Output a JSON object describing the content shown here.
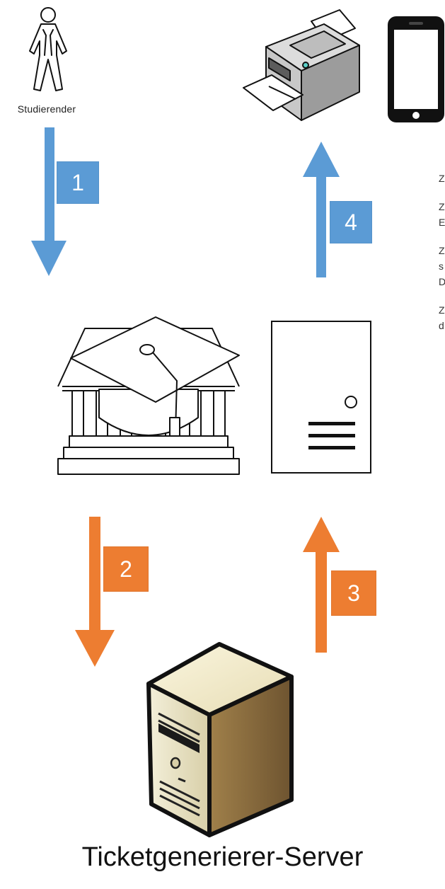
{
  "labels": {
    "person": "Studierender",
    "server": "Ticketgenerierer-Server"
  },
  "steps": [
    "1",
    "2",
    "3",
    "4"
  ],
  "side_text": [
    "Z",
    "Z",
    "E",
    "Z",
    "s",
    "D",
    "Z",
    "d"
  ],
  "colors": {
    "blue": "#5b9bd5",
    "orange": "#ed7d31"
  },
  "icons": [
    "person-icon",
    "printer-icon",
    "smartphone-icon",
    "university-icon",
    "computer-tower-icon",
    "server-icon"
  ]
}
